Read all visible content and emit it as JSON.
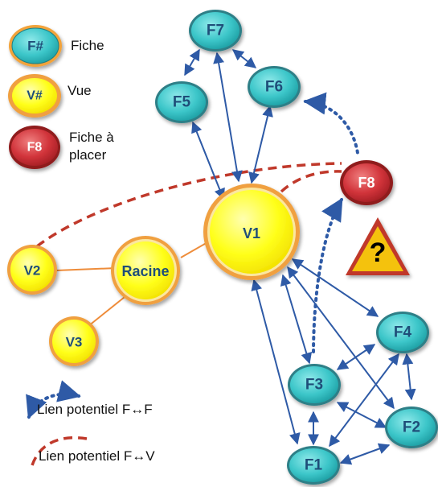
{
  "legend": {
    "fiche": {
      "symbol": "F#",
      "label": "Fiche"
    },
    "vue": {
      "symbol": "V#",
      "label": "Vue"
    },
    "fiche_a_placer": {
      "symbol": "F8",
      "label_line1": "Fiche à",
      "label_line2": "placer"
    },
    "lien_ff": "Lien potentiel F↔F",
    "lien_fv": "Lien potentiel F↔V"
  },
  "nodes": {
    "racine": "Racine",
    "v1": "V1",
    "v2": "V2",
    "v3": "V3",
    "f1": "F1",
    "f2": "F2",
    "f3": "F3",
    "f4": "F4",
    "f5": "F5",
    "f6": "F6",
    "f7": "F7",
    "f8": "F8"
  },
  "warning_symbol": "?",
  "colors": {
    "fiche": "#3cc6c9",
    "vue": "#ffff1a",
    "vue_ring": "#f0a040",
    "fiche_a_placer": "#c8282d",
    "arrow": "#2e5aa6",
    "tree_line": "#ee8c3a",
    "dashed_fv": "#c0392b",
    "dotted_ff": "#2e5aa6",
    "warning": "#f4c20d"
  }
}
